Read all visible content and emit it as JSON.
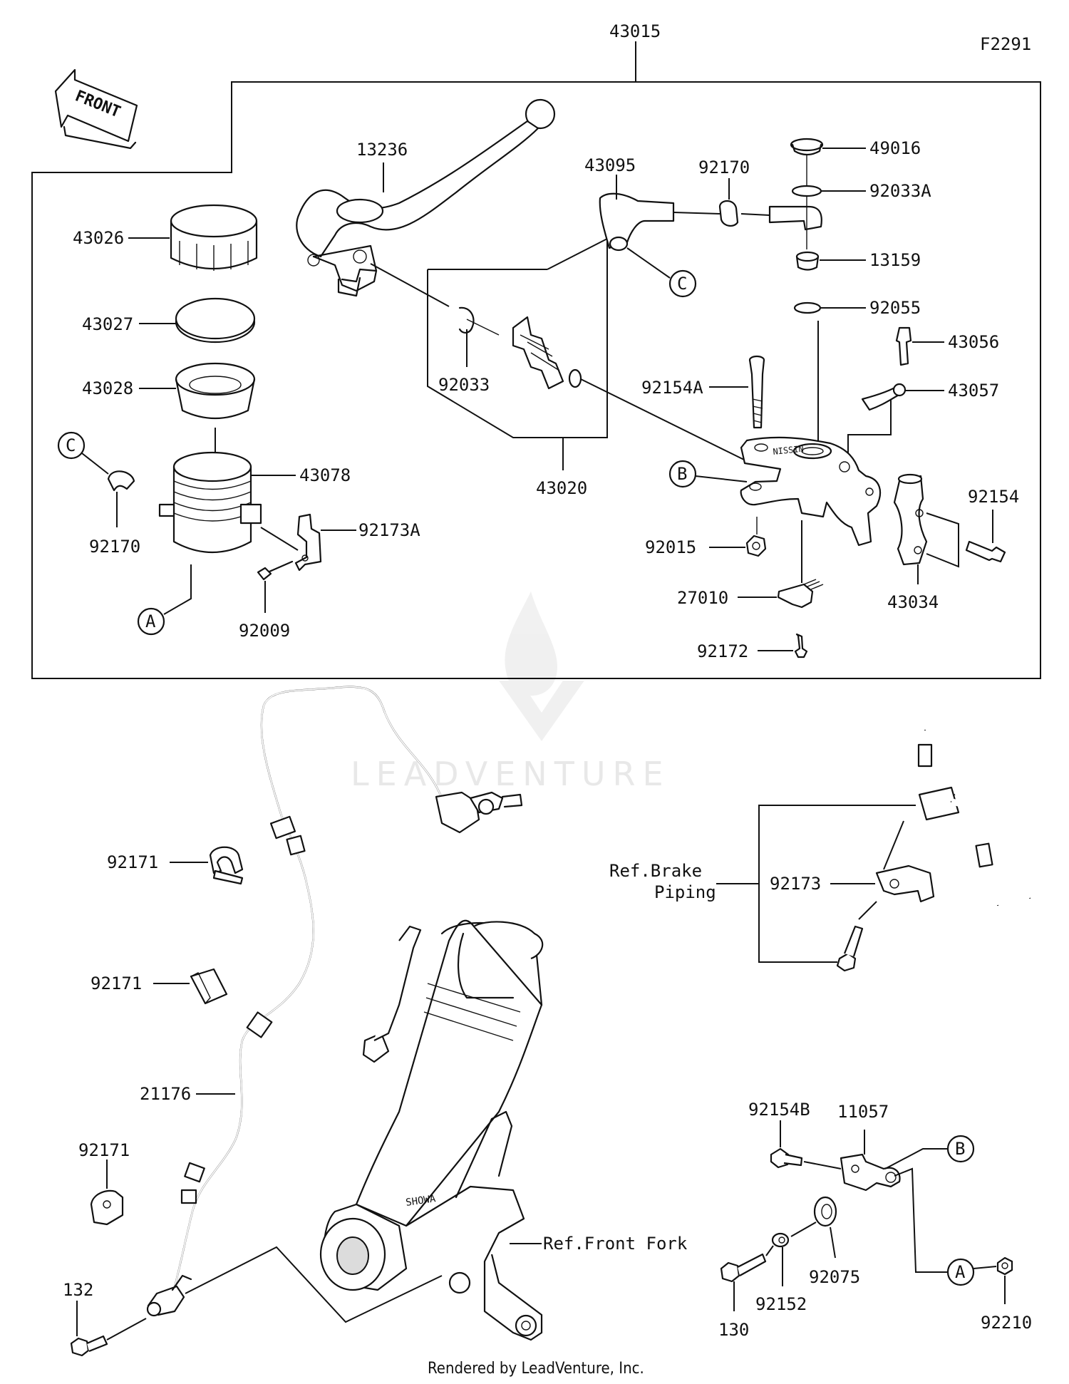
{
  "diagram": {
    "code": "F2291",
    "front_label": "FRONT",
    "watermark": "LEADVENTURE",
    "footer": "Rendered by LeadVenture, Inc.",
    "refs": {
      "brake_piping_line1": "Ref.Brake",
      "brake_piping_line2": "Piping",
      "front_fork": "Ref.Front Fork"
    },
    "callouts": {
      "A": "A",
      "B": "B",
      "C": "C"
    },
    "parts": {
      "p43015": "43015",
      "p13236": "13236",
      "p43026": "43026",
      "p43027": "43027",
      "p43028": "43028",
      "p43078": "43078",
      "p92170_left": "92170",
      "p92173A": "92173A",
      "p92009": "92009",
      "p92033": "92033",
      "p43020": "43020",
      "p43095": "43095",
      "p92170_top": "92170",
      "p49016": "49016",
      "p92033A": "92033A",
      "p13159": "13159",
      "p92055": "92055",
      "p43056": "43056",
      "p43057": "43057",
      "p92154A": "92154A",
      "p92154": "92154",
      "p92015": "92015",
      "p43034": "43034",
      "p27010": "27010",
      "p92172": "92172",
      "p92171_a": "92171",
      "p92171_b": "92171",
      "p92171_c": "92171",
      "p21176": "21176",
      "p132": "132",
      "p92173": "92173",
      "p92154B": "92154B",
      "p11057": "11057",
      "p130": "130",
      "p92152": "92152",
      "p92075": "92075",
      "p92210": "92210"
    }
  }
}
